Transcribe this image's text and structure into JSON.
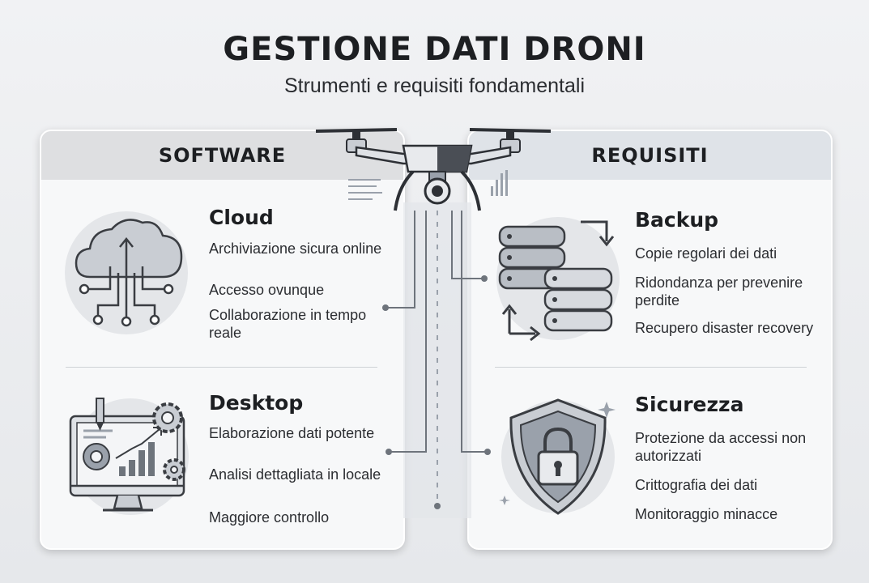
{
  "header": {
    "title": "GESTIONE DATI DRONI",
    "subtitle": "Strumenti e requisiti fondamentali"
  },
  "software": {
    "heading": "SOFTWARE",
    "cloud": {
      "title": "Cloud",
      "items": [
        "Archiviazione sicura online",
        "Accesso ovunque",
        "Collaborazione in tempo reale"
      ]
    },
    "desktop": {
      "title": "Desktop",
      "items": [
        "Elaborazione dati potente",
        "Analisi dettagliata in locale",
        "Maggiore controllo"
      ]
    }
  },
  "requisiti": {
    "heading": "REQUISITI",
    "backup": {
      "title": "Backup",
      "items": [
        "Copie regolari dei dati",
        "Ridondanza per prevenire perdite",
        "Recupero disaster recovery"
      ]
    },
    "sicurezza": {
      "title": "Sicurezza",
      "items": [
        "Protezione da accessi non autorizzati",
        "Crittografia dei dati",
        "Monitoraggio minacce"
      ]
    }
  },
  "icons": {
    "drone": "drone-icon",
    "cloud": "cloud-upload-icon",
    "desktop": "desktop-analytics-icon",
    "backup": "database-sync-icon",
    "security": "shield-lock-icon"
  },
  "colors": {
    "icon_fill": "#c9cdd3",
    "icon_stroke": "#3a3d42",
    "accent": "#9aa1ab"
  }
}
